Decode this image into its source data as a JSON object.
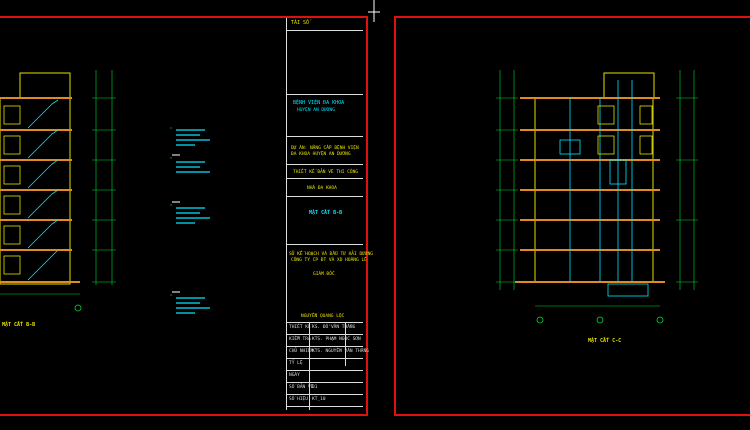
{
  "title_block": {
    "header": "TÀI SỐ",
    "hospital": "BỆNH VIỆN ĐA KHOA",
    "district": "HUYỆN AN DƯƠNG",
    "project_line1": "DỰ ÁN: NÂNG CẤP BỆNH VIỆN",
    "project_line2": "ĐA KHOA HUYỆN AN DƯƠNG",
    "design_stage": "THIẾT KẾ BẢN VẼ THI CÔNG",
    "building": "NHÀ ĐA KHOA",
    "drawing_title": "MẶT CẮT B-B",
    "company_line1": "SỞ KẾ HOẠCH VÀ ĐẦU TƯ HẢI DƯƠNG",
    "company_line2": "CÔNG TY CP ĐT VÀ XD HOÀNG LÊ",
    "company_line3": "GIÁM ĐỐC",
    "director": "NGUYỄN QUANG LỘC",
    "rows": [
      {
        "label": "THIẾT KẾ",
        "value": "KS. ĐỖ VĂN THẮNG"
      },
      {
        "label": "KIỂM TRA",
        "value": "KTS. PHẠM NGỌC SƠN"
      },
      {
        "label": "CHỦ NHIỆM",
        "value": "KTS. NGUYỄN VĂN THẮNG"
      },
      {
        "label": "TỶ LỆ",
        "value": ""
      },
      {
        "label": "NGÀY",
        "value": ""
      },
      {
        "label": "SỐ BẢN VẼ",
        "value": "01"
      },
      {
        "label": "SỐ HIỆU",
        "value": "KT_10"
      }
    ]
  },
  "left_drawing": {
    "section_label": "MẶT CẮT B-B"
  },
  "right_drawing": {
    "section_label": "MẶT CẮT C-C"
  },
  "colors": {
    "frame": "#e01010",
    "cyan": "#00e5ff",
    "yellow": "#e8e000",
    "green": "#00dd33",
    "orange": "#e08a20",
    "white": "#ffffff"
  }
}
